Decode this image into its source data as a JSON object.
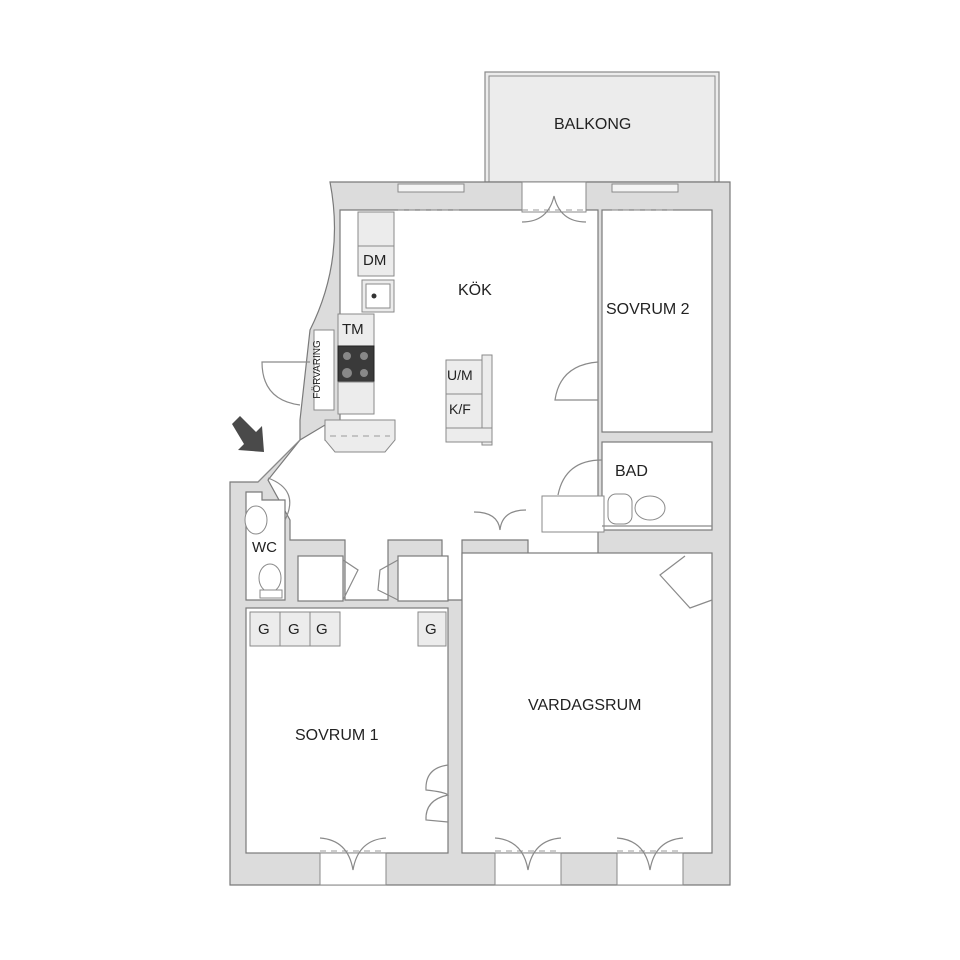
{
  "floorplan": {
    "rooms": {
      "balkong": "BALKONG",
      "kok": "KÖK",
      "sovrum2": "SOVRUM 2",
      "bad": "BAD",
      "wc": "WC",
      "sovrum1": "SOVRUM 1",
      "vardagsrum": "VARDAGSRUM",
      "forvaring": "FÖRVARING"
    },
    "fixtures": {
      "dm": "DM",
      "tm": "TM",
      "um": "U/M",
      "kf": "K/F",
      "g1": "G",
      "g2": "G",
      "g3": "G",
      "g4": "G"
    },
    "colors": {
      "wall": "#dcdcdc",
      "outline": "#7a7a7a",
      "stove": "#3a3a3a",
      "arrow": "#4a4a4a"
    }
  }
}
